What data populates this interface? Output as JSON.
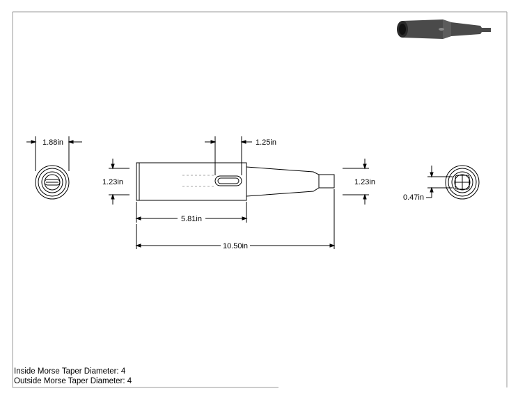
{
  "dimensions": {
    "left_view_diameter": "1.88in",
    "slot_length": "1.25in",
    "body_diameter_left": "1.23in",
    "body_diameter_right": "1.23in",
    "sleeve_length": "5.81in",
    "overall_length": "10.50in",
    "tang_width": "0.47in"
  },
  "notes": {
    "inside_taper": "Inside Morse Taper Diameter: 4",
    "outside_taper": "Outside Morse Taper Diameter: 4"
  },
  "colors": {
    "line": "#000000",
    "hidden": "#8a8a8a",
    "frame": "#9a9a9a",
    "render": "#3a3a3a"
  }
}
